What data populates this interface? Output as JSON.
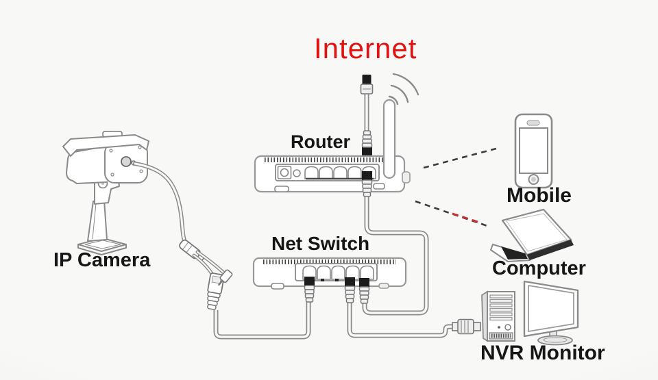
{
  "diagram": {
    "title": "IP camera network connection diagram",
    "nodes": {
      "internet": {
        "label": "Internet",
        "text_color": "#e01212"
      },
      "router": {
        "label": "Router"
      },
      "net_switch": {
        "label": "Net Switch"
      },
      "ip_camera": {
        "label": "IP Camera"
      },
      "mobile": {
        "label": "Mobile"
      },
      "computer": {
        "label": "Computer"
      },
      "nvr_monitor": {
        "label": "NVR Monitor"
      }
    },
    "connections": [
      {
        "from": "Internet",
        "to": "Router",
        "type": "wired-ethernet-cable"
      },
      {
        "from": "Router",
        "to": "Net Switch",
        "type": "wired-ethernet-cable"
      },
      {
        "from": "Router",
        "to": "Mobile",
        "type": "wireless-dashed-line"
      },
      {
        "from": "Router",
        "to": "Computer",
        "type": "wireless-dashed-line"
      },
      {
        "from": "Net Switch",
        "to": "IP Camera",
        "type": "wired-ethernet-cable"
      },
      {
        "from": "Net Switch",
        "to": "NVR Monitor",
        "type": "wired-ethernet-cable"
      }
    ],
    "figures": [
      "ip-camera",
      "router",
      "wifi-antenna",
      "net-switch",
      "mobile-phone",
      "laptop",
      "nvr-tower",
      "monitor"
    ],
    "colors": {
      "title_red": "#e01212",
      "label_black": "#161616",
      "line_gray": "#8a8a8a",
      "connector_black": "#1c1c1c",
      "dash_dark": "#3c3c3c",
      "dash_red": "#c43030",
      "background": "#f6f6f4"
    }
  }
}
